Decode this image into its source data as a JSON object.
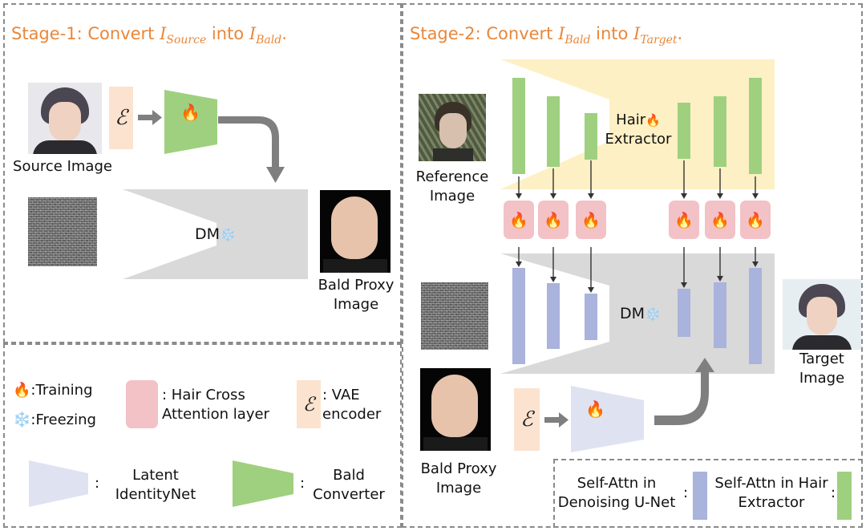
{
  "stage1": {
    "title_prefix": "Stage-1: Convert ",
    "title_var1": "I",
    "title_sub1": "Source",
    "title_mid": " into ",
    "title_var2": "I",
    "title_sub2": "Bald",
    "title_end": ".",
    "source_label": "Source Image",
    "dm_label": "DM",
    "bald_proxy_label": "Bald Proxy Image",
    "encoder_symbol": "ℰ"
  },
  "stage2": {
    "title_prefix": "Stage-2: Convert ",
    "title_var1": "I",
    "title_sub1": "Bald",
    "title_mid": " into ",
    "title_var2": "I",
    "title_sub2": "Target",
    "title_end": ".",
    "reference_label": "Reference Image",
    "hair_extractor_label_1": "Hair",
    "hair_extractor_label_2": "Extractor",
    "dm_label": "DM",
    "target_label": "Target Image",
    "bald_proxy_label": "Bald Proxy Image",
    "encoder_symbol": "ℰ"
  },
  "legend": {
    "training_icon": "🔥",
    "training_label": ":Training",
    "freezing_icon": "❄️",
    "freezing_label": ":Freezing",
    "hair_cross_attn_label": ": Hair Cross Attention layer",
    "vae_label": ": VAE encoder",
    "latent_identitynet_label": "Latent IdentityNet",
    "bald_converter_label": "Bald Converter",
    "colon": ":",
    "self_attn_unet_label": "Self-Attn in Denoising U-Net",
    "self_attn_extractor_label": "Self-Attn in Hair Extractor"
  },
  "icons": {
    "fire": "🔥",
    "snowflake": "❄️"
  },
  "colors": {
    "title_orange": "#e8873a",
    "green": "#9fd07f",
    "blue": "#a9b3dc",
    "pink": "#f2c2c6",
    "gray_block": "#d9d9d9",
    "yellow": "#fdf0c4",
    "lavender": "#dfe2f0",
    "encoder_peach": "#fbe3d0"
  }
}
